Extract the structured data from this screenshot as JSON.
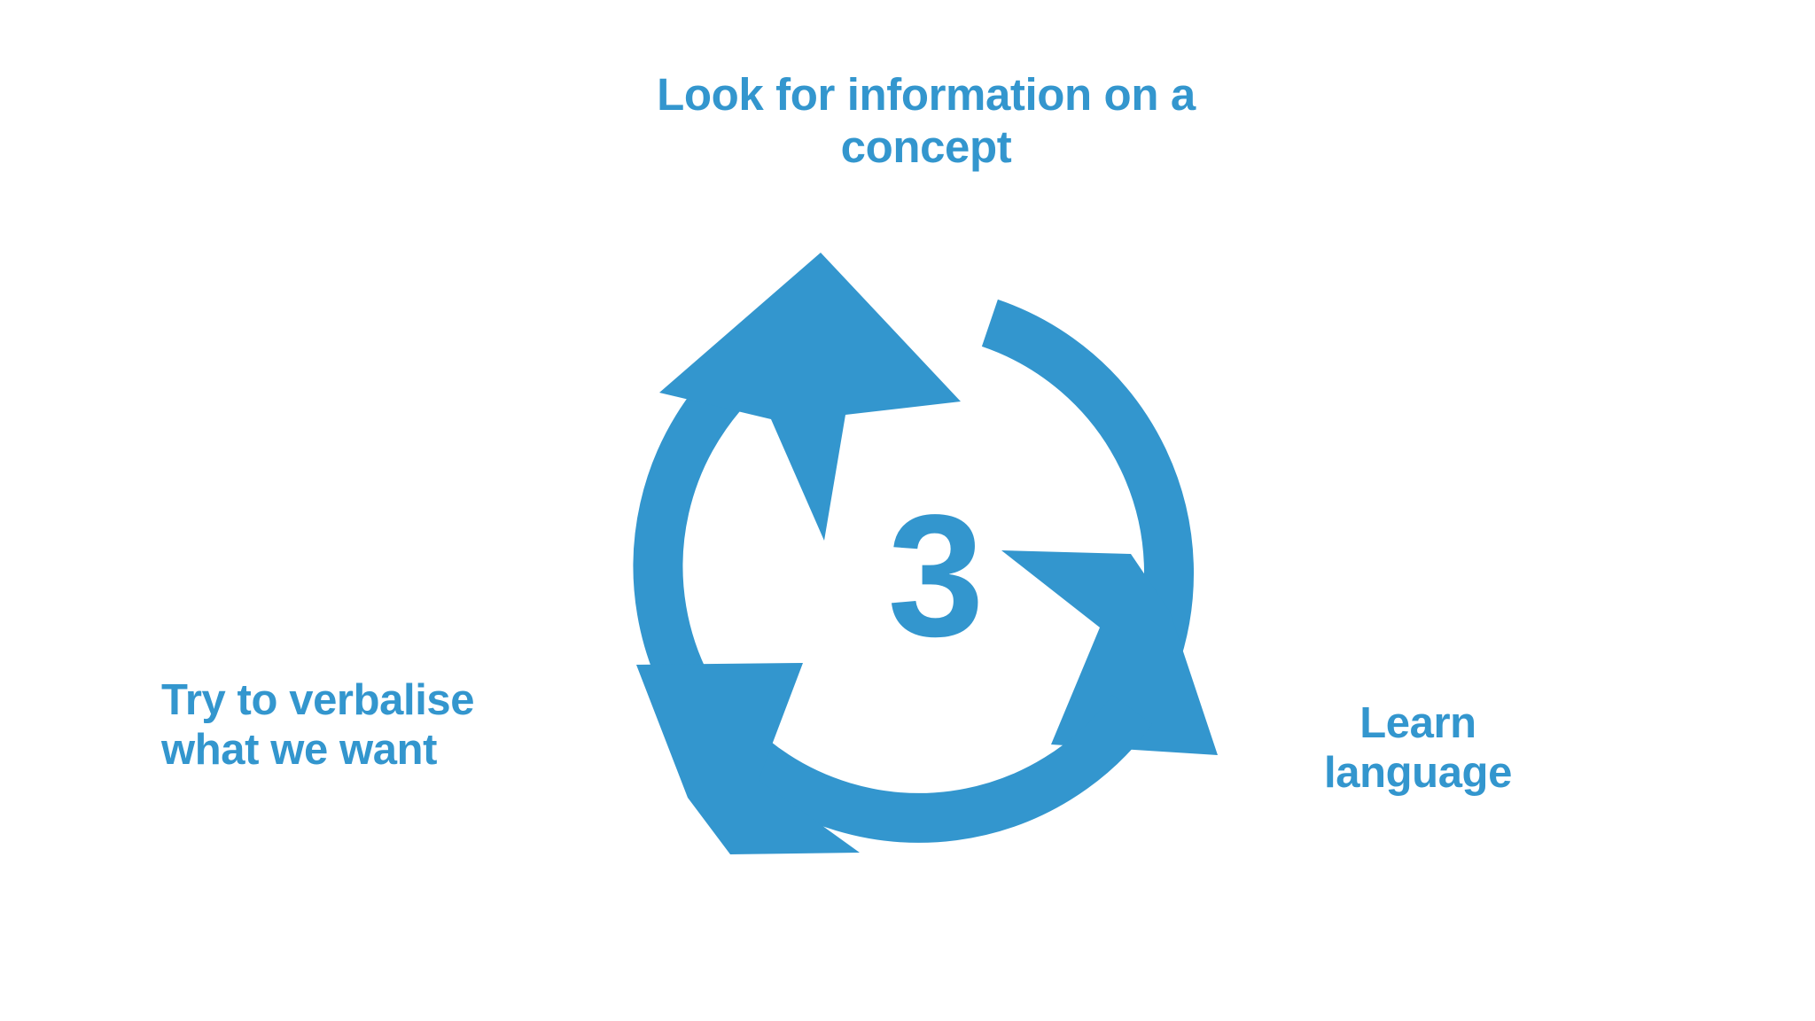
{
  "theme": {
    "background": "#ffffff",
    "accent": "#3396ce"
  },
  "diagram": {
    "type": "cyclic-process",
    "step_count": "3",
    "center_number": "3",
    "direction": "clockwise",
    "steps": [
      {
        "id": "step-top",
        "label": "Look for information on a\nconcept",
        "position": "top"
      },
      {
        "id": "step-right",
        "label": "Learn\nlanguage",
        "position": "right"
      },
      {
        "id": "step-left",
        "label": "Try to verbalise\nwhat we want",
        "position": "left"
      }
    ],
    "arrows": [
      {
        "name": "arrow-arc-upper-left",
        "from": "left",
        "to": "top",
        "head": "up-right"
      },
      {
        "name": "arrow-arc-right",
        "from": "top",
        "to": "right",
        "head": "down-right"
      },
      {
        "name": "arrow-arc-bottom",
        "from": "right",
        "to": "left",
        "head": "up-left"
      }
    ]
  }
}
